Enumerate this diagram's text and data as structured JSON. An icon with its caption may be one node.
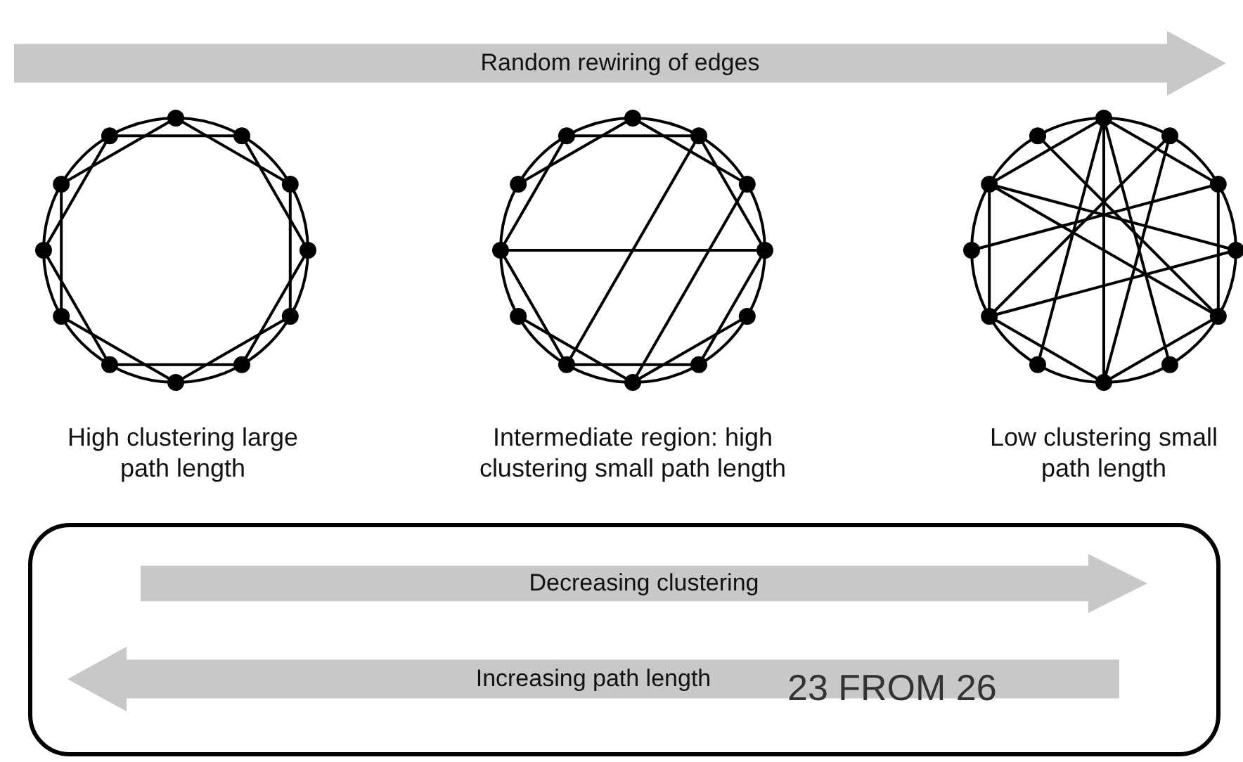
{
  "diagram": {
    "nodes": [
      {
        "text": [
          "Random rewiring of edges"
        ]
      },
      {
        "text": [],
        "shape": "box"
      },
      {
        "text": [
          "Decreasing clustering"
        ],
        "in": 1
      },
      {
        "text": [
          "Increasing path length"
        ],
        "in": 1
      }
    ],
    "labels": [
      "High clustering large path length",
      "Intermediate region: high clustering small path length",
      "Low clustering small path length",
      "23 FROM 26"
    ]
  }
}
